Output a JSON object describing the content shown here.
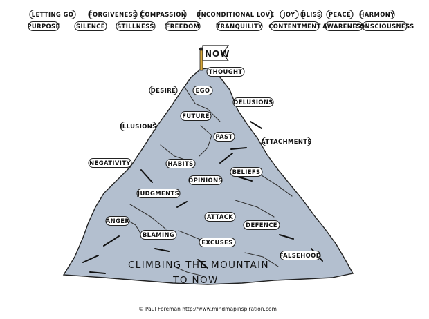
{
  "top_rows": [
    [
      "LETTING GO",
      "FORGIVENESS",
      "COMPASSION",
      "UNCONDITIONAL LOVE",
      "JOY",
      "BLISS",
      "PEACE",
      "HARMONY"
    ],
    [
      "PURPOSE",
      "SILENCE",
      "STILLNESS",
      "FREEDOM",
      "TRANQUILITY",
      "CONTENTMENT",
      "AWARENESS",
      "CONSCIOUSNESS"
    ]
  ],
  "flag_label": "NOW",
  "mountain_labels": [
    "THOUGHT",
    "DESIRE",
    "EGO",
    "DELUSIONS",
    "FUTURE",
    "ILLUSIONS",
    "PAST",
    "ATTACHMENTS",
    "NEGATIVITY",
    "HABITS",
    "BELIEFS",
    "OPINIONS",
    "JUDGMENTS",
    "ATTACK",
    "ANGER",
    "DEFENCE",
    "BLAMING",
    "EXCUSES",
    "FALSEHOOD"
  ],
  "caption": [
    "CLIMBING THE MOUNTAIN",
    "TO NOW"
  ],
  "credit": "© Paul Foreman http://www.mindmapinspiration.com",
  "colors": {
    "mountain": "#b3bfcf",
    "outline": "#222222",
    "pole": "#d8a83a"
  }
}
